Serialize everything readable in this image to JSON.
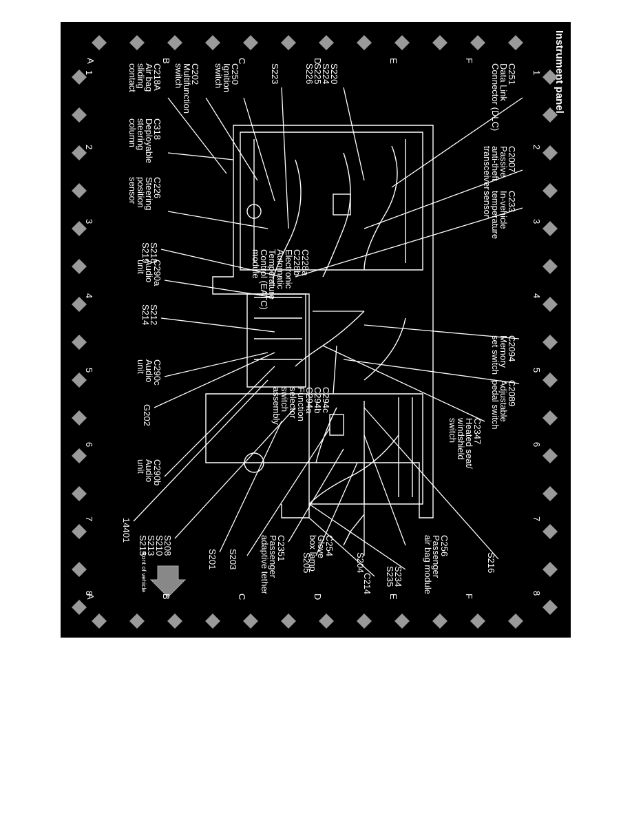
{
  "title": "Instrument panel",
  "grid_cols": [
    "1",
    "2",
    "3",
    "4",
    "5",
    "6",
    "7",
    "8"
  ],
  "grid_rows": [
    "A",
    "B",
    "C",
    "D",
    "E",
    "F"
  ],
  "front_label": "front of vehicle",
  "labels": {
    "c218a": "C218A\nAir bag\nsliding\ncontact",
    "c202": "C202\nMultifunction\nswitch",
    "c250": "C250\nIgnition\nswitch",
    "s223": "S223",
    "s220": "S220\nS224\nS225\nS226",
    "c251": "C251\nData Link\nConnector (DLC)",
    "c318": "C318\nDeployable\nsteering\ncolumn",
    "c2007": "C2007\nPassive\nanti-theft\ntransceiver",
    "c226": "C226\nSteering\nposition\nsensor",
    "c233": "C233\nIn-vehicle\ntemperature\nsensor",
    "s218": "S218\nS219",
    "c290a": "C290a\nAudio\nunit",
    "c228a": "C228a\nC228b\nElectronic\nAutomatic\nTemperature\nControl (EATC)\nmodule",
    "s212": "S212\nS214",
    "c2094": "C2094\nMemory\nset switch",
    "c290c": "C290c\nAudio\nunit",
    "c2089": "C2089\nAdjustable\npedal switch",
    "c294c": "C294c\nC294b\nC294a\nFunction\nselector\nswitch\nassembly",
    "g202": "G202",
    "c2347": "C2347\nHeated seat/\nwindshield\nswitch",
    "c290b": "C290b\nAudio\nunit",
    "n14401": "14401",
    "s208": "S208\nS210\nS213\nS215",
    "s201": "S201",
    "c2351": "C2351\nPassenger\nadaptive tether",
    "s203": "S203",
    "c254": "C254\nGlove\nbox lamp",
    "s205": "S205",
    "s204": "S204",
    "c256": "C256\nPassenger\nair bag module",
    "s234": "S234\nS235",
    "c214": "C214",
    "s216": "S216"
  }
}
